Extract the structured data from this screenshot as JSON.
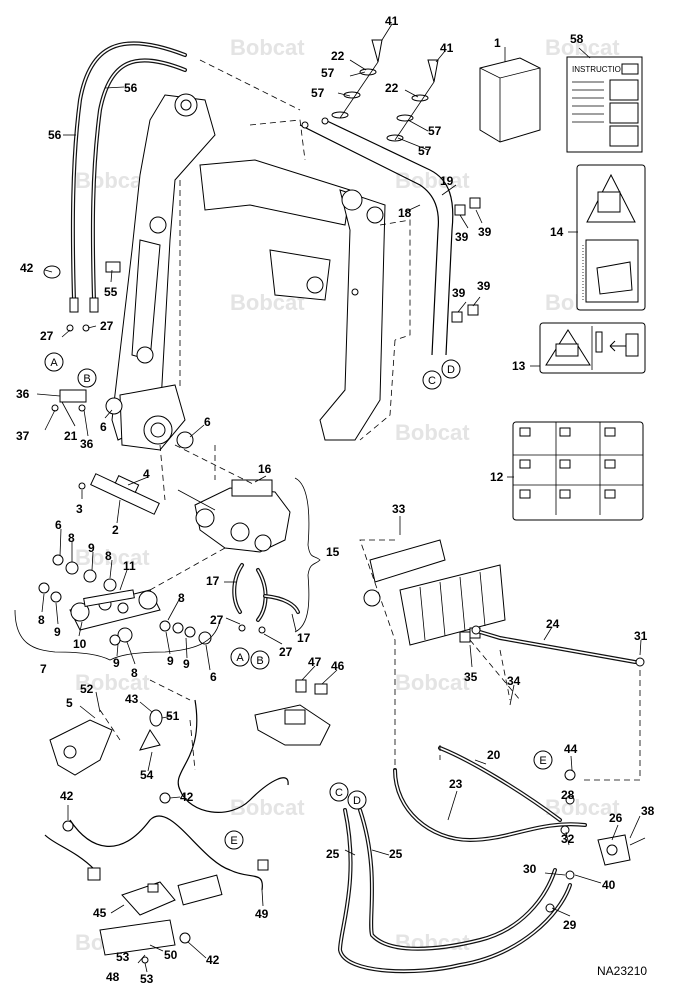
{
  "watermark": "Bobcat",
  "drawing_id": "NA23210",
  "instructions_label": "INSTRUCTIONS",
  "circle_labels": {
    "a_left": "A",
    "b_left": "B",
    "c_top": "C",
    "d_top": "D",
    "a_bottom": "A",
    "b_bottom": "B",
    "e_right": "E",
    "e_left": "E",
    "c_bottom": "C",
    "d_bottom": "D"
  },
  "callouts": {
    "c41a": "41",
    "c41b": "41",
    "c22a": "22",
    "c22b": "22",
    "c57a": "57",
    "c57b": "57",
    "c57c": "57",
    "c57d": "57",
    "c56a": "56",
    "c56b": "56",
    "c1": "1",
    "c58": "58",
    "c19": "19",
    "c18": "18",
    "c39a": "39",
    "c39b": "39",
    "c39c": "39",
    "c39d": "39",
    "c14": "14",
    "c13": "13",
    "c12": "12",
    "c42a": "42",
    "c55": "55",
    "c27a": "27",
    "c27b": "27",
    "c27c": "27",
    "c27d": "27",
    "c36a": "36",
    "c36b": "36",
    "c37": "37",
    "c21": "21",
    "c6a": "6",
    "c6b": "6",
    "c6c": "6",
    "c6d": "6",
    "c4": "4",
    "c3": "3",
    "c2": "2",
    "c16": "16",
    "c15": "15",
    "c8a": "8",
    "c8b": "8",
    "c8c": "8",
    "c8d": "8",
    "c8e": "8",
    "c9a": "9",
    "c9b": "9",
    "c9c": "9",
    "c9d": "9",
    "c9e": "9",
    "c11": "11",
    "c10": "10",
    "c7": "7",
    "c17a": "17",
    "c17b": "17",
    "c33": "33",
    "c24": "24",
    "c31": "31",
    "c35": "35",
    "c34": "34",
    "c47": "47",
    "c46": "46",
    "c52": "52",
    "c5": "5",
    "c43": "43",
    "c51": "51",
    "c54": "54",
    "c42b": "42",
    "c42c": "42",
    "c42d": "42",
    "c20": "20",
    "c23": "23",
    "c44": "44",
    "c28": "28",
    "c26": "26",
    "c38": "38",
    "c32": "32",
    "c30": "30",
    "c40": "40",
    "c29": "29",
    "c25a": "25",
    "c25b": "25",
    "c45": "45",
    "c53": "53",
    "c50": "50",
    "c48": "48",
    "c49": "49"
  },
  "colors": {
    "ink": "#000000",
    "watermark": "#e4e4e4",
    "paper": "#ffffff"
  }
}
